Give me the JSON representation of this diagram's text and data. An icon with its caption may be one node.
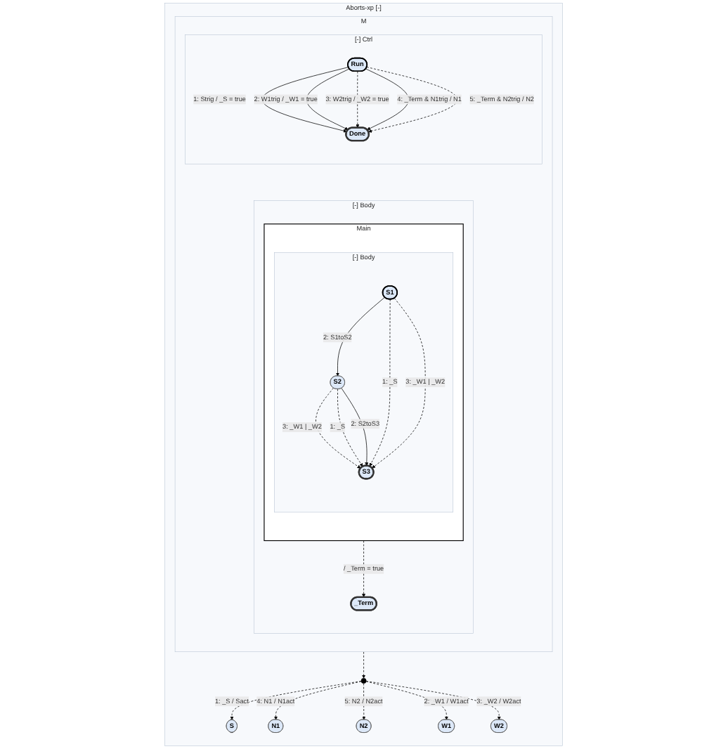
{
  "diagram": {
    "nodes": [
      {
        "text": [
          "Aborts-xp",
          "[-]"
        ]
      },
      {
        "text": [
          "M"
        ],
        "in": 0
      },
      {
        "text": [
          "[-] Ctrl"
        ],
        "in": 1
      },
      {
        "text": [
          "Run"
        ],
        "in": 2
      },
      {
        "text": [
          "Done"
        ],
        "in": 2
      },
      {
        "text": [
          "[-] Body"
        ],
        "in": 1
      },
      {
        "text": [
          "Main"
        ],
        "in": 5
      },
      {
        "text": [
          "[-] Body"
        ],
        "in": 6
      },
      {
        "text": [
          "S1"
        ],
        "in": 7
      },
      {
        "text": [
          "S2"
        ],
        "in": 7
      },
      {
        "text": [
          "S3"
        ],
        "in": 7
      },
      {
        "text": [
          "_Term"
        ],
        "in": 5
      },
      {
        "text": [],
        "shape": "circle",
        "in": 0
      },
      {
        "text": [
          "S"
        ],
        "in": 0
      },
      {
        "text": [
          "N1"
        ],
        "in": 0
      },
      {
        "text": [
          "N2"
        ],
        "in": 0
      },
      {
        "text": [
          "W1"
        ],
        "in": 0
      },
      {
        "text": [
          "W2"
        ],
        "in": 0
      }
    ],
    "edges": [
      {
        "from": 3,
        "to": 4,
        "arrow": "to",
        "label": "1: Strig / _S = true"
      },
      {
        "from": 3,
        "to": 4,
        "arrow": "to",
        "label": "2: W1trig / _W1 = true"
      },
      {
        "from": 3,
        "to": 4,
        "arrow": "to",
        "label": "3: W2trig / _W2 = true",
        "style": "dashed"
      },
      {
        "from": 3,
        "to": 4,
        "arrow": "to",
        "label": "4: _Term & N1trig / N1"
      },
      {
        "from": 3,
        "to": 4,
        "arrow": "to",
        "label": "5: _Term & N2trig / N2",
        "style": "dashed"
      },
      {
        "from": 8,
        "to": 9,
        "arrow": "to",
        "label": "2: S1toS2"
      },
      {
        "from": 9,
        "to": 10,
        "arrow": "to",
        "label": "3: _W1 | _W2",
        "style": "dashed"
      },
      {
        "from": 9,
        "to": 10,
        "arrow": "to",
        "label": "1: _S",
        "style": "dashed"
      },
      {
        "from": 9,
        "to": 10,
        "arrow": "to",
        "label": "2: S2toS3"
      },
      {
        "from": 8,
        "to": 10,
        "arrow": "to",
        "label": "1: _S",
        "style": "dashed"
      },
      {
        "from": 8,
        "to": 10,
        "arrow": "to",
        "label": "3: _W1 | _W2",
        "style": "dashed"
      },
      {
        "from": 6,
        "to": 11,
        "arrow": "to",
        "label": "/ _Term = true",
        "style": "dashed"
      },
      {
        "from": 1,
        "to": 12,
        "arrow": "to",
        "style": "dashed"
      },
      {
        "from": 12,
        "to": 13,
        "arrow": "to",
        "label": "1: _S / Sact",
        "style": "dashed"
      },
      {
        "from": 12,
        "to": 14,
        "arrow": "to",
        "label": "4: N1 / N1act",
        "style": "dashed"
      },
      {
        "from": 12,
        "to": 15,
        "arrow": "to",
        "label": "5: N2 / N2act",
        "style": "dashed"
      },
      {
        "from": 12,
        "to": 16,
        "arrow": "to",
        "label": "2: _W1 / W1act",
        "style": "dashed"
      },
      {
        "from": 12,
        "to": 17,
        "arrow": "to",
        "label": "3: _W2 / W2act",
        "style": "dashed"
      }
    ]
  }
}
